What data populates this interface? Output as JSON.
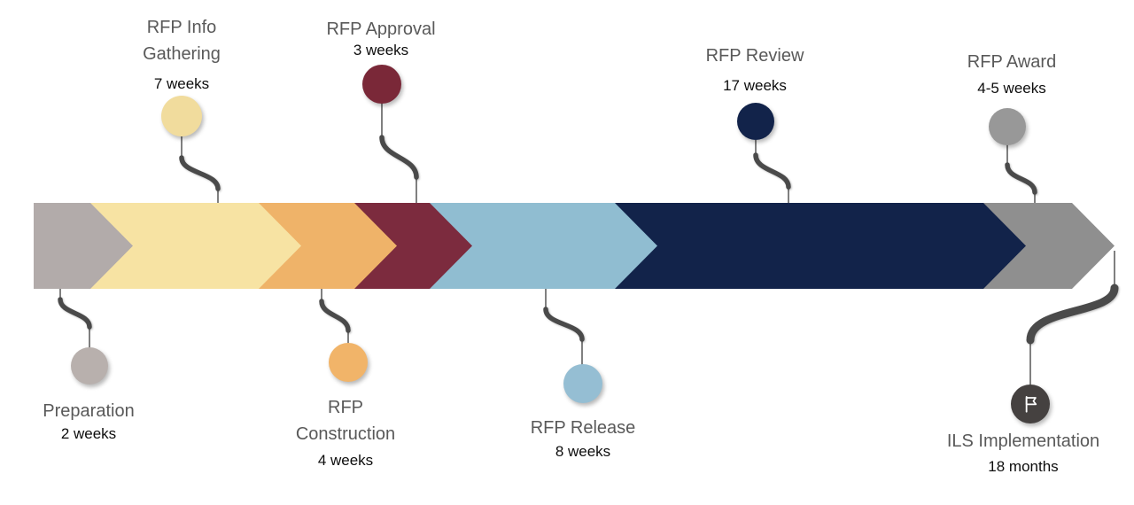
{
  "diagram": {
    "type": "process-timeline",
    "connector_color": "#4a4a4a",
    "label_color": "#595959",
    "duration_color": "#0d0d0d"
  },
  "timeline": {
    "segments": [
      {
        "name": "preparation",
        "color": "#b2abaa"
      },
      {
        "name": "rfp-info-gathering",
        "color": "#f7e3a3"
      },
      {
        "name": "rfp-construction",
        "color": "#efb369"
      },
      {
        "name": "rfp-approval",
        "color": "#7c2b3e"
      },
      {
        "name": "rfp-release",
        "color": "#90bdd1"
      },
      {
        "name": "rfp-review",
        "color": "#12234a"
      },
      {
        "name": "rfp-award",
        "color": "#8f8f8f"
      }
    ]
  },
  "milestones": [
    {
      "id": "rfp-info-gathering",
      "label": "RFP Info Gathering",
      "duration": "7 weeks",
      "position": "above",
      "dot_color": "#f1dc9d"
    },
    {
      "id": "rfp-approval",
      "label": "RFP Approval",
      "duration": "3 weeks",
      "position": "above",
      "dot_color": "#7a2838"
    },
    {
      "id": "rfp-review",
      "label": "RFP Review",
      "duration": "17 weeks",
      "position": "above",
      "dot_color": "#12234a"
    },
    {
      "id": "rfp-award",
      "label": "RFP Award",
      "duration": "4-5 weeks",
      "position": "above",
      "dot_color": "#989898"
    },
    {
      "id": "preparation",
      "label": "Preparation",
      "duration": "2 weeks",
      "position": "below",
      "dot_color": "#b8b0ad"
    },
    {
      "id": "rfp-construction",
      "label": "RFP Construction",
      "duration": "4 weeks",
      "position": "below",
      "dot_color": "#f1b469"
    },
    {
      "id": "rfp-release",
      "label": "RFP Release",
      "duration": "8 weeks",
      "position": "below",
      "dot_color": "#95bed3"
    },
    {
      "id": "ils-implementation",
      "label": "ILS Implementation",
      "duration": "18 months",
      "position": "below",
      "dot_color": "#454140",
      "icon": "flag-icon"
    }
  ]
}
